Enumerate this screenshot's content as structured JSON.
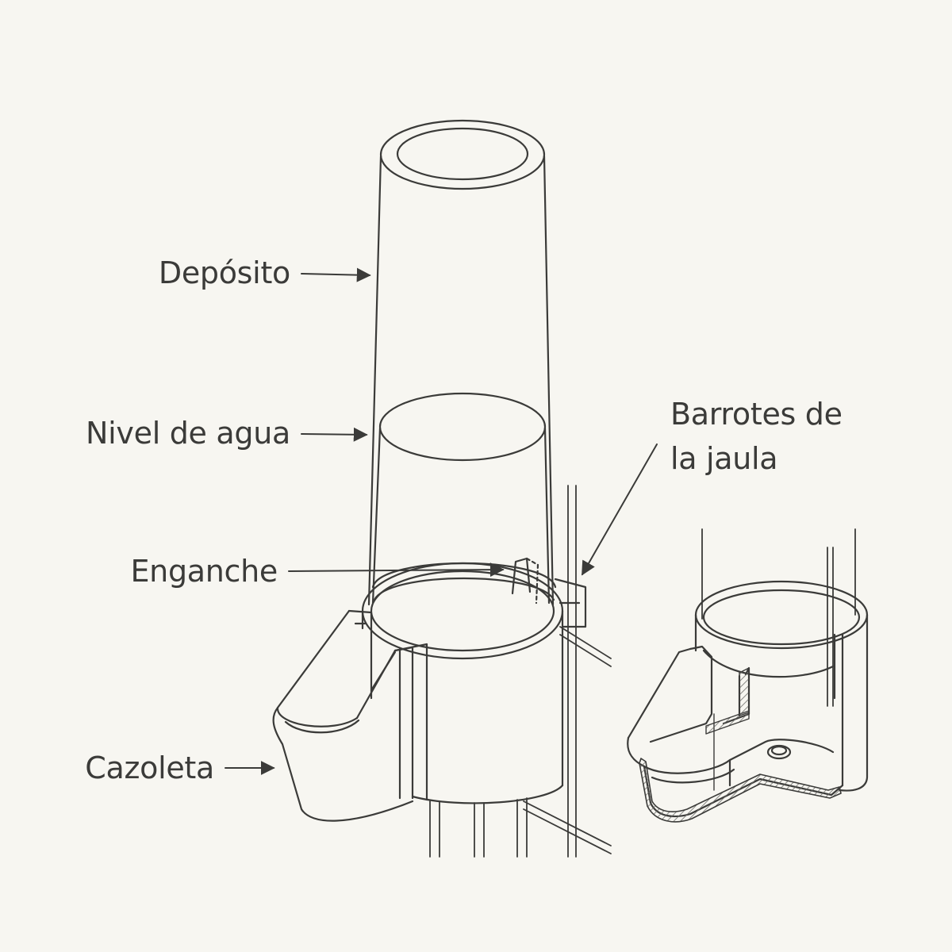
{
  "labels": {
    "deposito": "Depósito",
    "nivel_agua": "Nivel de agua",
    "enganche": "Enganche",
    "cazoleta": "Cazoleta",
    "barrotes_line1": "Barrotes de",
    "barrotes_line2": "la jaula"
  },
  "colors": {
    "background": "#f7f6f1",
    "stroke": "#3b3b39",
    "text": "#3b3b39",
    "hatch": "#6a6a66"
  }
}
